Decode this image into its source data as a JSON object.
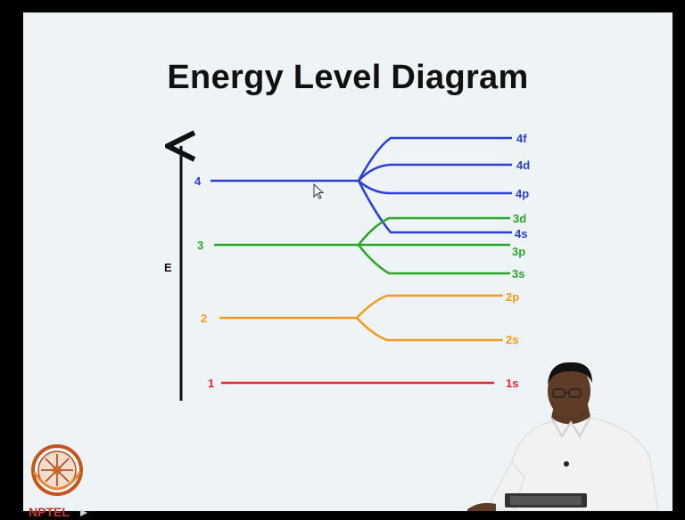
{
  "title": "Energy Level Diagram",
  "axis_label": "E",
  "colors": {
    "shell1": "#e8263a",
    "shell2": "#f39a1e",
    "shell3": "#2aa52a",
    "shell4": "#2b3fd6"
  },
  "levels": {
    "n1": "1",
    "n2": "2",
    "n3": "3",
    "n4": "4"
  },
  "sublevels": {
    "s1s": "1s",
    "s2s": "2s",
    "s2p": "2p",
    "s3s": "3s",
    "s3p": "3p",
    "s3d": "3d",
    "s4s": "4s",
    "s4p": "4p",
    "s4d": "4d",
    "s4f": "4f"
  },
  "logo_text": "NPTEL"
}
